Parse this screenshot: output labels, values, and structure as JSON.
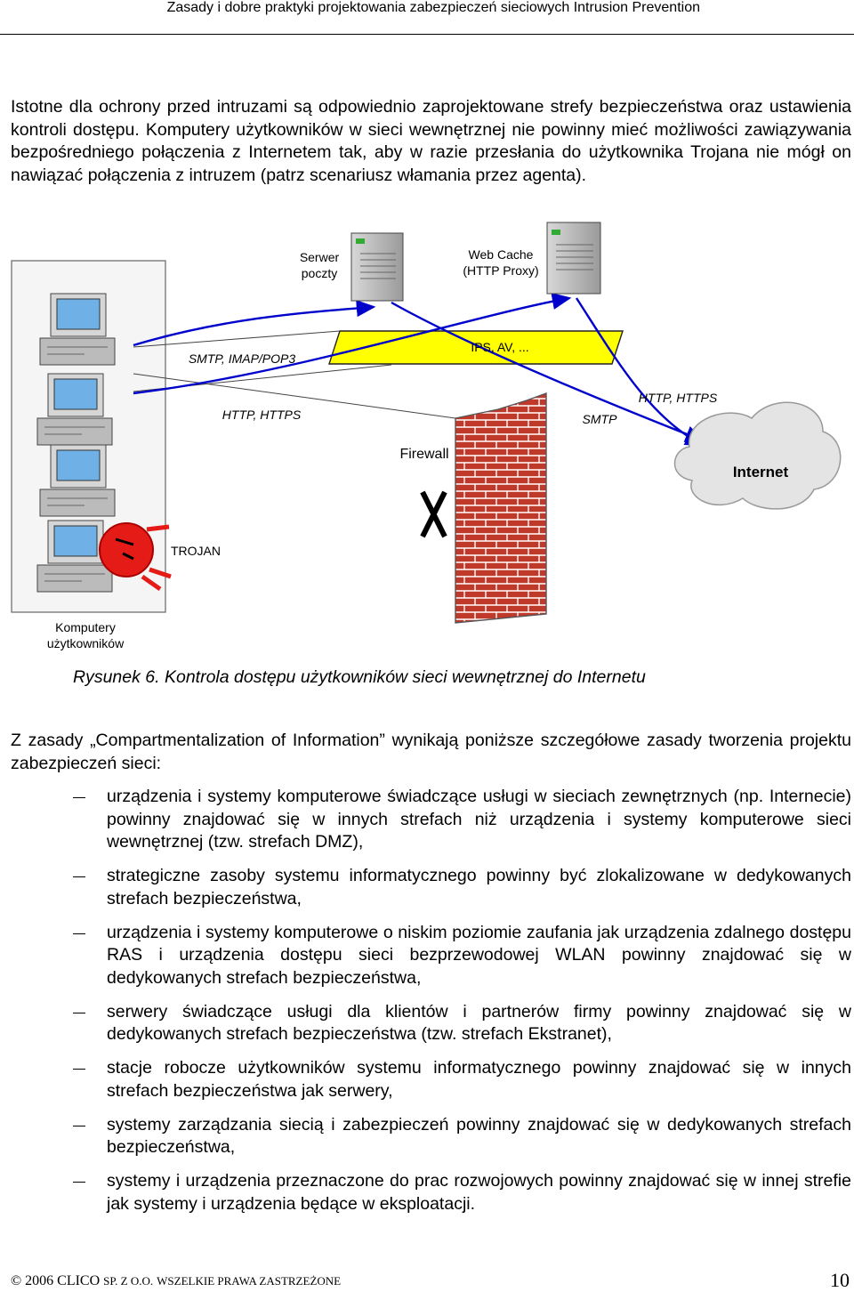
{
  "header": {
    "title": "Zasady i dobre praktyki projektowania zabezpieczeń sieciowych Intrusion Prevention"
  },
  "paragraphs": {
    "intro": "Istotne dla ochrony przed intruzami są odpowiednio zaprojektowane strefy bezpieczeństwa oraz ustawienia kontroli dostępu. Komputery użytkowników w sieci wewnętrznej nie powinny mieć możliwości zawiązywania bezpośredniego połączenia z Internetem tak, aby w razie przesłania do użytkownika Trojana nie mógł on nawiązać połączenia z intruzem (patrz scenariusz włamania przez agenta).",
    "principles": "Z zasady „Compartmentalization of Information” wynikają poniższe szczegółowe zasady tworzenia projektu zabezpieczeń sieci:"
  },
  "diagram": {
    "mail_server_label": [
      "Serwer",
      "poczty"
    ],
    "web_cache_label": [
      "Web Cache",
      "(HTTP Proxy)"
    ],
    "ips_label": "IPS, AV, ...",
    "smtp_imap_label": "SMTP, IMAP/POP3",
    "http_https_left": "HTTP, HTTPS",
    "smtp_right": "SMTP",
    "http_https_right": "HTTP, HTTPS",
    "firewall_label": "Firewall",
    "internet_label": "Internet",
    "trojan_label": "TROJAN",
    "users_label": [
      "Komputery",
      "użytkowników"
    ],
    "blocked_mark": "X",
    "colors": {
      "ips_zone": "#ffff00",
      "brick": "#c0392b",
      "trojan": "#e41b17",
      "cloud": "#e4e4e4",
      "zone_bg": "#f5f5f5"
    }
  },
  "caption": "Rysunek 6. Kontrola dostępu użytkowników sieci wewnętrznej do Internetu",
  "bullets": [
    "urządzenia i systemy komputerowe świadczące usługi w sieciach zewnętrznych (np. Internecie) powinny znajdować się w innych strefach niż urządzenia i systemy komputerowe sieci wewnętrznej (tzw. strefach DMZ),",
    "strategiczne zasoby systemu informatycznego powinny być zlokalizowane w dedykowanych strefach bezpieczeństwa,",
    "urządzenia i systemy komputerowe o niskim poziomie zaufania jak urządzenia zdalnego dostępu RAS i urządzenia dostępu sieci bezprzewodowej WLAN powinny znajdować się w dedykowanych strefach bezpieczeństwa,",
    "serwery świadczące usługi dla klientów i partnerów firmy powinny znajdować się w dedykowanych strefach bezpieczeństwa (tzw. strefach Ekstranet),",
    "stacje robocze użytkowników systemu informatycznego powinny znajdować się w innych strefach bezpieczeństwa jak serwery,",
    "systemy zarządzania siecią i zabezpieczeń powinny znajdować się w dedykowanych strefach bezpieczeństwa,",
    "systemy i urządzenia przeznaczone do prac rozwojowych powinny znajdować się w innej strefie jak systemy i urządzenia będące w eksploatacji."
  ],
  "footer": {
    "copyright": "© 2006 CLICO",
    "sp": "SP. Z O.O.",
    "rights": "WSZELKIE PRAWA ZASTRZEŻONE",
    "page_number": "10"
  }
}
